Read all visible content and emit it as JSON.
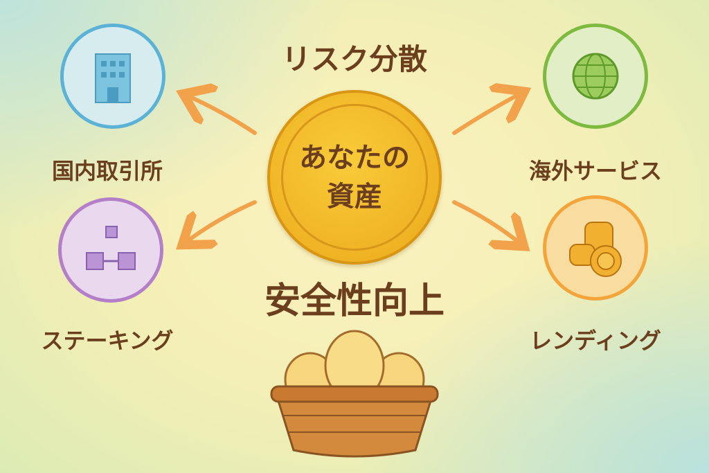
{
  "title": "リスク分散",
  "center": {
    "line1": "あなたの",
    "line2": "資産"
  },
  "subtitle": "安全性向上",
  "nodes": [
    {
      "label": "国内取引所",
      "icon": "building-icon",
      "color": "#5bb2d6"
    },
    {
      "label": "ステーキング",
      "icon": "blocks-icon",
      "color": "#b37fc9"
    },
    {
      "label": "海外サービス",
      "icon": "globe-icon",
      "color": "#7dba3f"
    },
    {
      "label": "レンディング",
      "icon": "coins-icon",
      "color": "#f3a53a"
    }
  ],
  "colors": {
    "arrow": "#f2a24a",
    "text": "#6b3f1d",
    "coin": "#f4b81c"
  }
}
